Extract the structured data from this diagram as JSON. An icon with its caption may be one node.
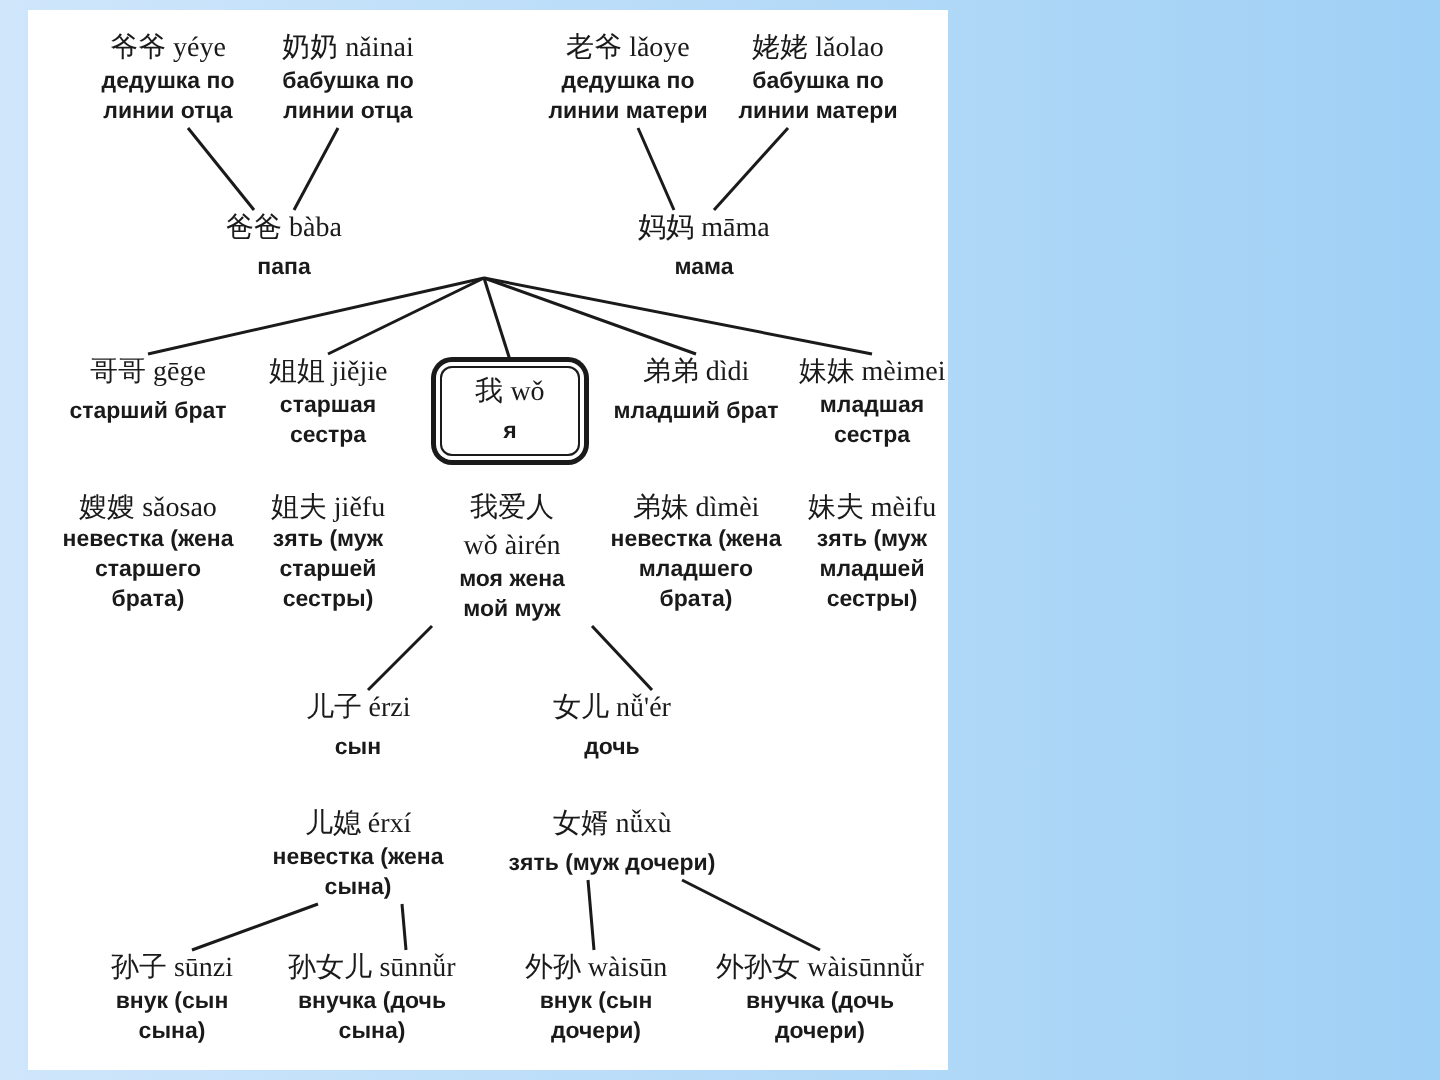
{
  "diagram": {
    "nodes": [
      {
        "text": [
          "爷爷 yéye",
          "дедушка по линии отца"
        ]
      },
      {
        "text": [
          "奶奶 nǎinai",
          "бабушка по линии отца"
        ]
      },
      {
        "text": [
          "老爷 lǎoye",
          "дедушка по линии матери"
        ]
      },
      {
        "text": [
          "姥姥 lǎolao",
          "бабушка по линии матери"
        ]
      },
      {
        "text": [
          "爸爸 bàba",
          "папа"
        ]
      },
      {
        "text": [
          "妈妈 māma",
          "мама"
        ]
      },
      {
        "text": [
          "哥哥 gēge",
          "старший брат"
        ]
      },
      {
        "text": [
          "姐姐 jiějie",
          "старшая сестра"
        ]
      },
      {
        "text": [
          "我 wǒ",
          "я"
        ]
      },
      {
        "text": [
          "弟弟 dìdi",
          "младший брат"
        ]
      },
      {
        "text": [
          "妹妹 mèimei",
          "младшая сестра"
        ]
      },
      {
        "text": [
          "我爱人",
          "wǒ àirén",
          "моя жена мой муж"
        ]
      },
      {
        "text": [
          "儿子 érzi",
          "сын"
        ]
      },
      {
        "text": [
          "女儿 nǚ'ér",
          "дочь"
        ]
      },
      {
        "text": [
          "儿媳 érxí",
          "невестка (жена сына)"
        ]
      },
      {
        "text": [
          "女婿 nǚxù",
          "зять (муж дочери)"
        ]
      },
      {
        "text": [
          "孙子 sūnzi",
          "внук (сын сына)"
        ]
      },
      {
        "text": [
          "孙女儿 sūnnǚr",
          "внучка (дочь сына)"
        ]
      },
      {
        "text": [
          "外孙 wàisūn",
          "внук (сын дочери)"
        ]
      },
      {
        "text": [
          "外孙女 wàisūnnǚr",
          "внучка (дочь дочери)"
        ]
      }
    ],
    "edges": [
      {
        "from": 0,
        "to": 4,
        "arrow": "none"
      },
      {
        "from": 1,
        "to": 4,
        "arrow": "none"
      },
      {
        "from": 2,
        "to": 5,
        "arrow": "none"
      },
      {
        "from": 3,
        "to": 5,
        "arrow": "none"
      },
      {
        "from": null,
        "to": 6,
        "arrow": "none"
      },
      {
        "from": null,
        "to": 7,
        "arrow": "none"
      },
      {
        "from": null,
        "to": 8,
        "arrow": "none"
      },
      {
        "from": null,
        "to": 9,
        "arrow": "none"
      },
      {
        "from": null,
        "to": 10,
        "arrow": "none"
      },
      {
        "from": 11,
        "to": 12,
        "arrow": "none"
      },
      {
        "from": 11,
        "to": 13,
        "arrow": "none"
      },
      {
        "from": 14,
        "to": 16,
        "arrow": "none"
      },
      {
        "from": 14,
        "to": 17,
        "arrow": "none"
      },
      {
        "from": 15,
        "to": 18,
        "arrow": "none"
      },
      {
        "from": 15,
        "to": 19,
        "arrow": "none"
      }
    ],
    "labels": [
      "嫂嫂 sǎosao",
      "невестка (жена старшего брата)",
      "姐夫 jiěfu",
      "зять (муж старшей сестры)",
      "弟妹 dìmèi",
      "невестка (жена младшего брата)",
      "妹夫 mèifu",
      "зять (муж младшей сестры)"
    ]
  }
}
